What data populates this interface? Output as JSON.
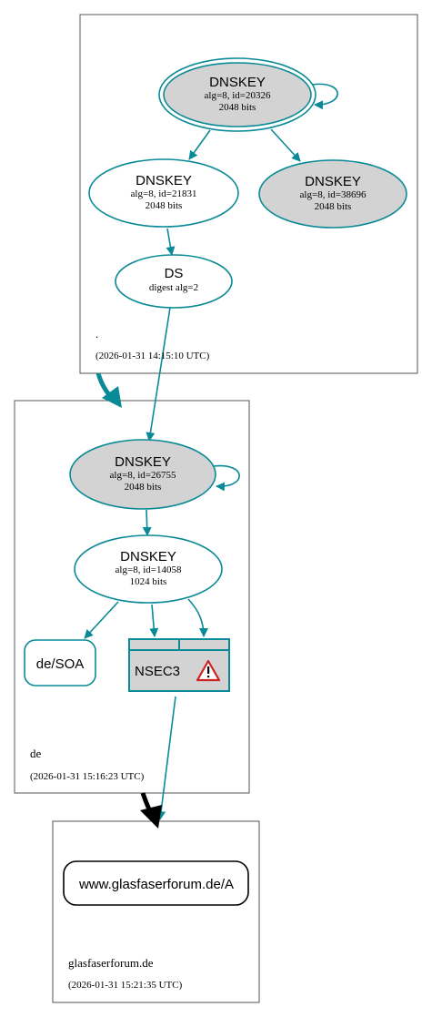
{
  "colors": {
    "edge": "#0a8a96",
    "node_fill_gray": "#d3d3d3",
    "node_stroke": "#0a8a96",
    "zone_border": "#555555",
    "delegation_black": "#000000",
    "warning_red": "#cc2222"
  },
  "zones": {
    "root": {
      "name": ".",
      "timestamp": "(2026-01-31 14:15:10 UTC)"
    },
    "de": {
      "name": "de",
      "timestamp": "(2026-01-31 15:16:23 UTC)"
    },
    "glasfaserforum": {
      "name": "glasfaserforum.de",
      "timestamp": "(2026-01-31 15:21:35 UTC)"
    }
  },
  "nodes": {
    "root_ksk": {
      "title": "DNSKEY",
      "line1": "alg=8, id=20326",
      "line2": "2048 bits"
    },
    "root_zsk": {
      "title": "DNSKEY",
      "line1": "alg=8, id=21831",
      "line2": "2048 bits"
    },
    "root_key3": {
      "title": "DNSKEY",
      "line1": "alg=8, id=38696",
      "line2": "2048 bits"
    },
    "root_ds": {
      "title": "DS",
      "line1": "digest alg=2"
    },
    "de_ksk": {
      "title": "DNSKEY",
      "line1": "alg=8, id=26755",
      "line2": "2048 bits"
    },
    "de_zsk": {
      "title": "DNSKEY",
      "line1": "alg=8, id=14058",
      "line2": "1024 bits"
    },
    "de_soa": {
      "title": "de/SOA"
    },
    "de_nsec3": {
      "title": "NSEC3",
      "warning_icon": "warning-triangle-icon"
    },
    "target": {
      "title": "www.glasfaserforum.de/A"
    }
  }
}
